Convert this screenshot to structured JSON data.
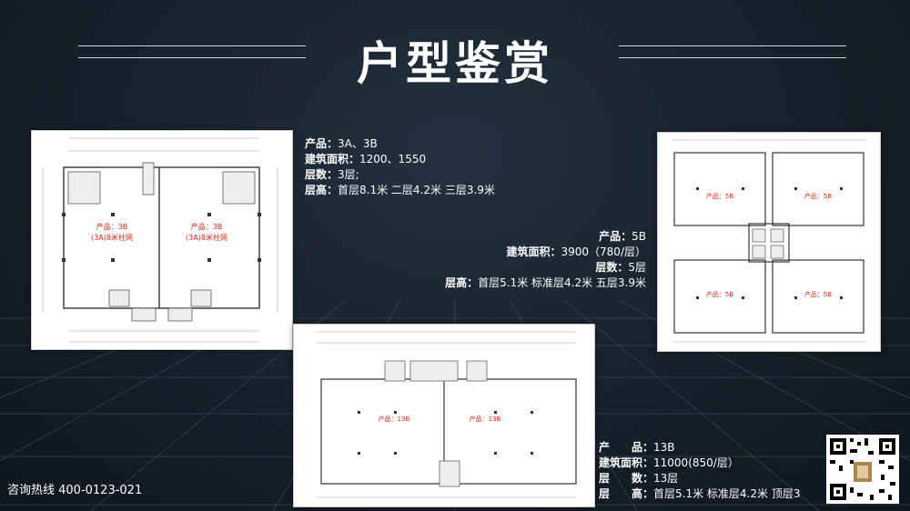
{
  "page": {
    "title": "户型鉴赏",
    "hotline": "咨询热线 400-0123-021"
  },
  "plans": {
    "plan_3b": {
      "labels": [
        "产品：3B",
        "(3A)8米柱网",
        "产品：3B",
        "(3A)8米柱网"
      ]
    },
    "plan_5b": {
      "labels": [
        "产品：5B",
        "产品：5B",
        "产品：5B",
        "产品：5B"
      ]
    },
    "plan_13b": {
      "labels": [
        "产品：13B",
        "产品：13B"
      ]
    }
  },
  "specs": {
    "spec_3b": [
      {
        "key": "产品：",
        "value": "3A、3B"
      },
      {
        "key": "建筑面积：",
        "value": "1200、1550"
      },
      {
        "key": "层数：",
        "value": "3层;"
      },
      {
        "key": "层高：",
        "value": "首层8.1米 二层4.2米 三层3.9米"
      }
    ],
    "spec_5b": [
      {
        "key": "产品：",
        "value": "5B"
      },
      {
        "key": "建筑面积：",
        "value": "3900（780/层）"
      },
      {
        "key": "层数：",
        "value": "5层"
      },
      {
        "key": "层高：",
        "value": "首层5.1米 标准层4.2米 五层3.9米"
      }
    ],
    "spec_13b": [
      {
        "key": "产　　品：",
        "value": "13B"
      },
      {
        "key": "建筑面积：",
        "value": "11000(850/层）"
      },
      {
        "key": "层　　数：",
        "value": "13层"
      },
      {
        "key": "层　　高：",
        "value": "首层5.1米 标准层4.2米 顶层3"
      }
    ]
  },
  "colors": {
    "background": "#141c26",
    "plan_label": "#d9261c",
    "line": "#cfd6de"
  },
  "icons": {
    "qr": "qr-code-icon"
  }
}
